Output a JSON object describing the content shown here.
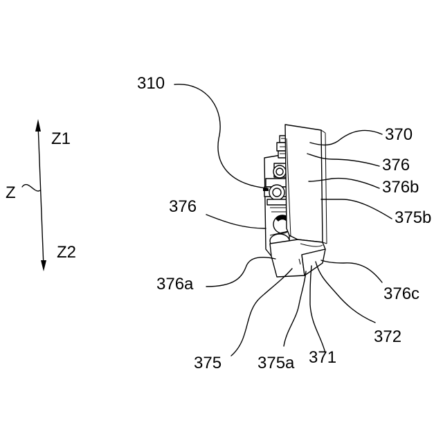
{
  "axis": {
    "name": "Z",
    "up": "Z1",
    "down": "Z2"
  },
  "labels": {
    "l310": "310",
    "l370": "370",
    "l376_right": "376",
    "l376b": "376b",
    "l375b": "375b",
    "l376_left": "376",
    "l376a": "376a",
    "l376c": "376c",
    "l372": "372",
    "l371": "371",
    "l375a": "375a",
    "l375": "375"
  }
}
